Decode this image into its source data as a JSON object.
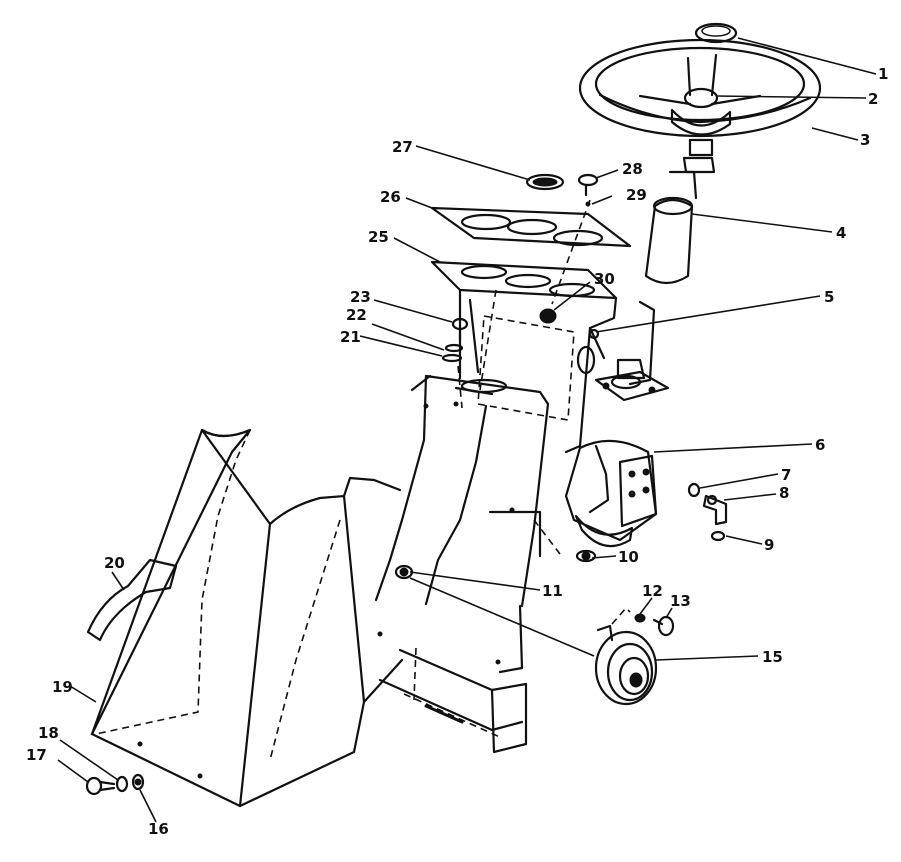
{
  "callouts": [
    {
      "n": "1"
    },
    {
      "n": "2"
    },
    {
      "n": "3"
    },
    {
      "n": "4"
    },
    {
      "n": "5"
    },
    {
      "n": "6"
    },
    {
      "n": "7"
    },
    {
      "n": "8"
    },
    {
      "n": "9"
    },
    {
      "n": "10"
    },
    {
      "n": "11"
    },
    {
      "n": "12"
    },
    {
      "n": "13"
    },
    {
      "n": "15"
    },
    {
      "n": "16"
    },
    {
      "n": "17"
    },
    {
      "n": "18"
    },
    {
      "n": "19"
    },
    {
      "n": "20"
    },
    {
      "n": "21"
    },
    {
      "n": "22"
    },
    {
      "n": "23"
    },
    {
      "n": "25"
    },
    {
      "n": "26"
    },
    {
      "n": "27"
    },
    {
      "n": "28"
    },
    {
      "n": "29"
    },
    {
      "n": "30"
    }
  ]
}
